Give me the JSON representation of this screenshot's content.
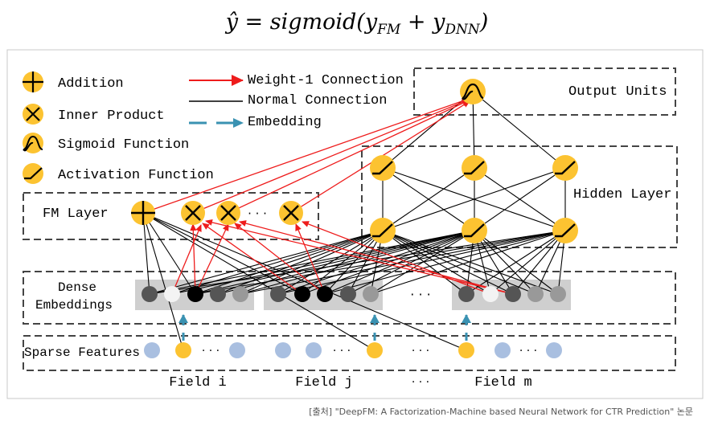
{
  "formula": {
    "lhs": "ŷ = ",
    "fn": "sigmoid(",
    "y1": "y",
    "sub1": "FM",
    "plus": " + ",
    "y2": "y",
    "sub2": "DNN",
    "close": ")"
  },
  "legend": {
    "addition": "Addition",
    "inner_product": "Inner Product",
    "sigmoid": "Sigmoid Function",
    "activation": "Activation Function",
    "weight1": "Weight-1 Connection",
    "normal": "Normal Connection",
    "embedding": "Embedding"
  },
  "layers": {
    "output": "Output Units",
    "hidden": "Hidden Layer",
    "fm": "FM Layer",
    "dense_line1": "Dense",
    "dense_line2": "Embeddings",
    "sparse": "Sparse Features"
  },
  "fields": {
    "i": "Field i",
    "j": "Field j",
    "dots": "· · ·",
    "m": "Field m"
  },
  "ellipsis": {
    "fm": "· · ·",
    "dense": "· · ·",
    "sparse_between": "· · ·",
    "sparse_a": "· · ·",
    "sparse_b": "· · ·",
    "sparse_c": "· · ·"
  },
  "caption": "[출처] \"DeepFM: A Factorization-Machine based Neural Network  for CTR Prediction\" 논문",
  "colors": {
    "node_fill": "#fcc331",
    "red": "#ee1c1c",
    "teal": "#3a92b2",
    "sparse_blue": "#a9bfe0",
    "embed_bg": "#cfcfcf",
    "dashed_box": "#444444"
  }
}
